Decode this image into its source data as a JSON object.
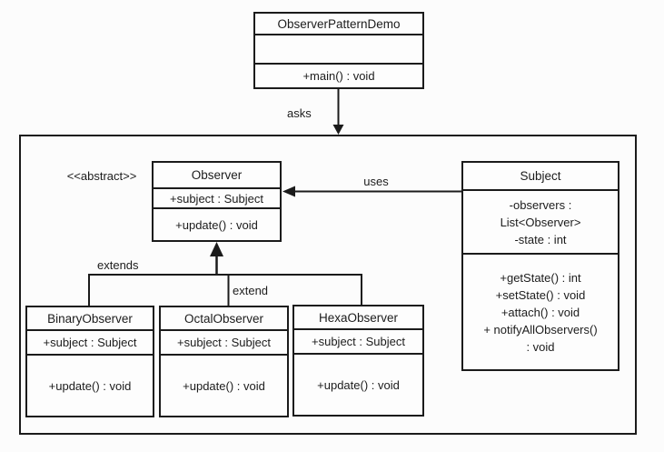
{
  "diagram": {
    "title_hint": "Observer pattern UML class diagram",
    "colors": {
      "background": "#fcfcfc",
      "line": "#1b1b1b",
      "box_fill": "#fdfdfd",
      "text": "#1c1c1c"
    }
  },
  "labels": {
    "abstract_stereotype": "<<abstract>>",
    "asks": "asks",
    "uses": "uses",
    "extends": "extends",
    "extend": "extend"
  },
  "classes": {
    "demo": {
      "name": "ObserverPatternDemo",
      "attributes": [],
      "methods": [
        "+main() : void"
      ]
    },
    "observer": {
      "name": "Observer",
      "attributes": [
        "+subject : Subject"
      ],
      "methods": [
        "+update() : void"
      ]
    },
    "subject": {
      "name": "Subject",
      "attributes": [
        "-observers :",
        "List<Observer>",
        "-state : int"
      ],
      "methods": [
        "+getState() : int",
        "+setState() : void",
        "+attach() : void",
        "+ notifyAllObservers()",
        ": void"
      ]
    },
    "binary": {
      "name": "BinaryObserver",
      "attributes": [
        "+subject : Subject"
      ],
      "methods": [
        "+update() : void"
      ]
    },
    "octal": {
      "name": "OctalObserver",
      "attributes": [
        "+subject : Subject"
      ],
      "methods": [
        "+update() : void"
      ]
    },
    "hexa": {
      "name": "HexaObserver",
      "attributes": [
        "+subject : Subject"
      ],
      "methods": [
        "+update() : void"
      ]
    }
  }
}
